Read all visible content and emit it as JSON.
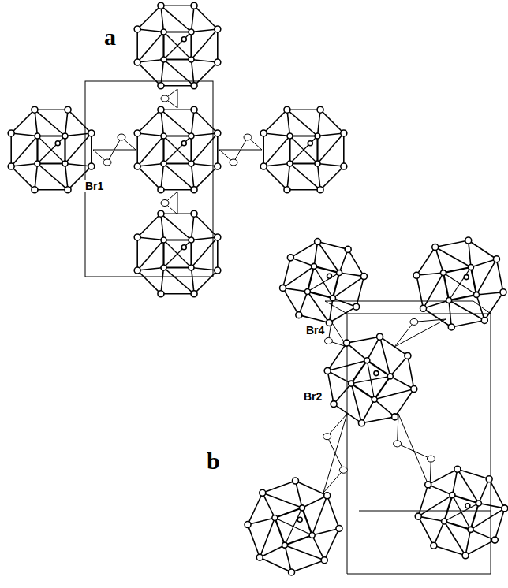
{
  "diagram": {
    "labels": [
      "a",
      "Br1",
      "Br4",
      "Br2",
      "b"
    ]
  }
}
